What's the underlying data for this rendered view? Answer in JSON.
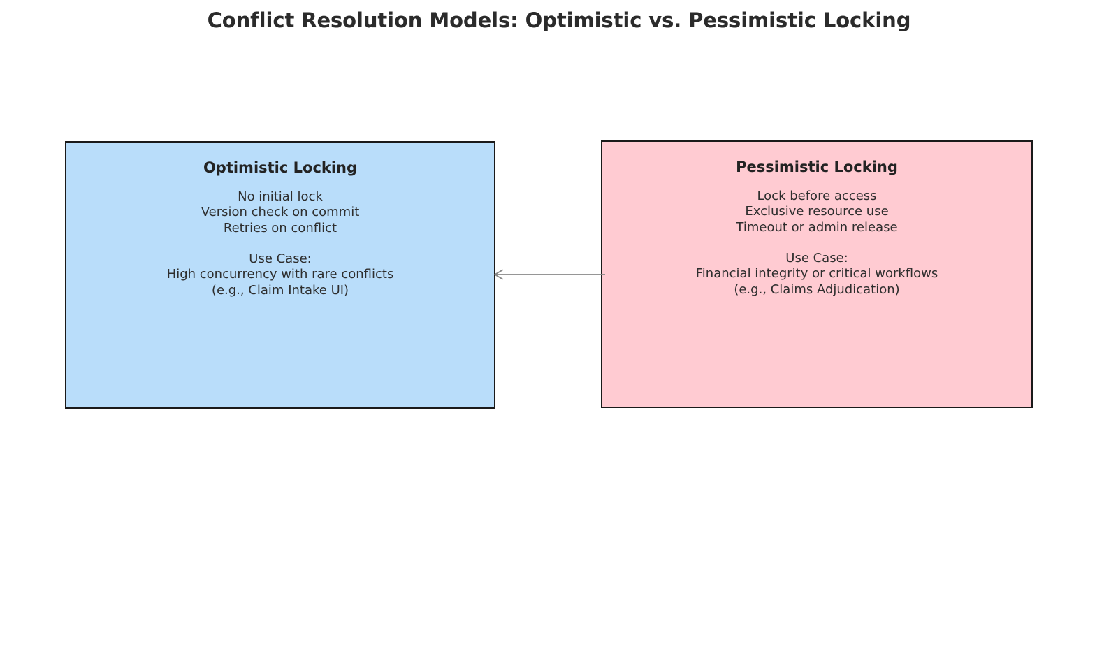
{
  "figure": {
    "title": "Conflict Resolution Models: Optimistic vs. Pessimistic Locking",
    "background_color": "#ffffff",
    "title_color": "#2b2b2b"
  },
  "boxes": [
    {
      "id": "optimistic",
      "heading": "Optimistic Locking",
      "fill_color": "#b9ddfa",
      "border_color": "#1a1a1a",
      "lines": [
        "No initial lock",
        "Version check on commit",
        "Retries on conflict",
        "",
        "Use Case:",
        "High concurrency with rare conflicts",
        "(e.g., Claim Intake UI)"
      ]
    },
    {
      "id": "pessimistic",
      "heading": "Pessimistic Locking",
      "fill_color": "#ffcbd2",
      "border_color": "#1a1a1a",
      "lines": [
        "Lock before access",
        "Exclusive resource use",
        "Timeout or admin release",
        "",
        "Use Case:",
        "Financial integrity or critical workflows",
        "(e.g., Claims Adjudication)"
      ]
    }
  ],
  "connector": {
    "label": "",
    "direction": "right-to-left",
    "from": "pessimistic",
    "to": "optimistic",
    "color": "#878787",
    "style": "open-arrowhead"
  }
}
